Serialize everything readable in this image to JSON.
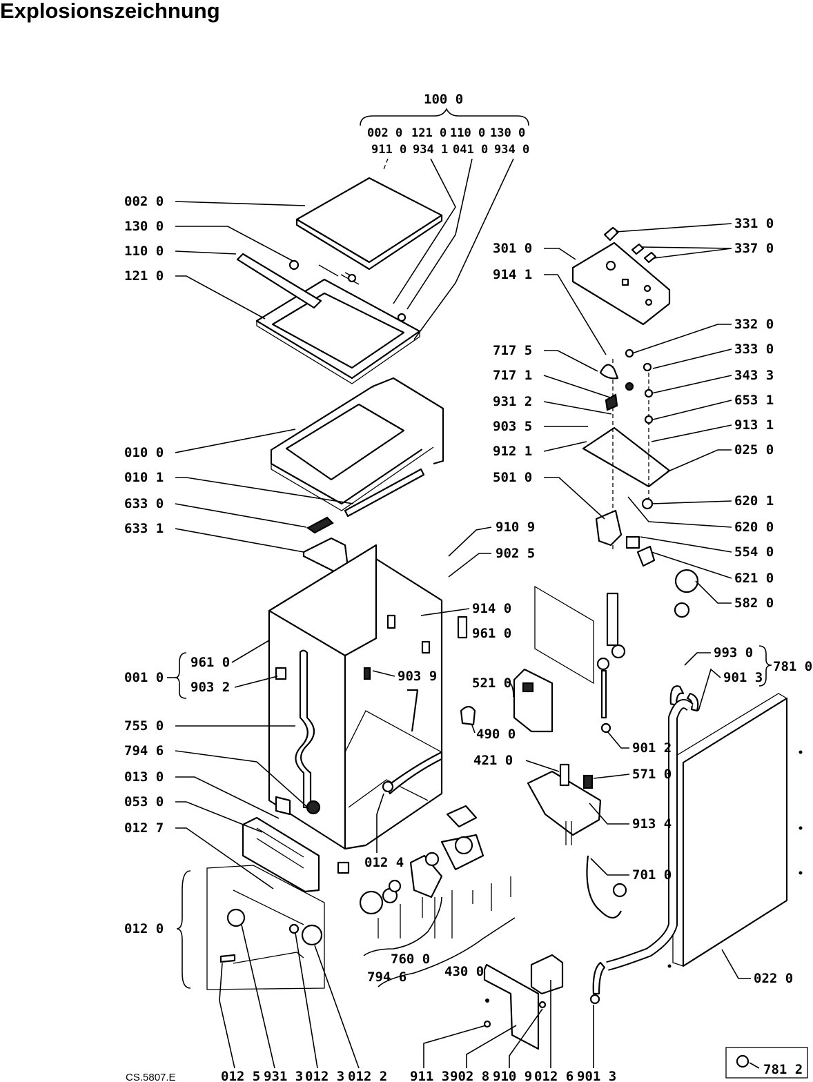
{
  "title": "Explosionszeichnung",
  "drawing_code": "CS.5807.E",
  "group": {
    "label": "100 0",
    "row1": [
      "002 0",
      "121 0",
      "110 0",
      "130 0"
    ],
    "row2": [
      "911 0",
      "934 1",
      "041 0",
      "934 0"
    ]
  },
  "labels_left": [
    "002 0",
    "130 0",
    "110 0",
    "121 0",
    "010 0",
    "010 1",
    "633 0",
    "633 1",
    "755 0",
    "794 6",
    "013 0",
    "053 0",
    "012 7",
    "012 0"
  ],
  "label_001": "001 0",
  "brace_001": [
    "961 0",
    "903 2"
  ],
  "labels_right": [
    "331 0",
    "337 0",
    "332 0",
    "333 0",
    "343 3",
    "653 1",
    "913 1",
    "025 0",
    "620 1",
    "620 0",
    "554 0",
    "621 0",
    "582 0",
    "022 0"
  ],
  "labels_mid": [
    "301 0",
    "914 1",
    "717 5",
    "717 1",
    "931 2",
    "903 5",
    "912 1",
    "501 0",
    "910 9",
    "902 5",
    "914 0",
    "961 0",
    "903 9",
    "521 0",
    "490 0",
    "421 0",
    "571 0",
    "913 4",
    "701 0",
    "901 2",
    "012 4",
    "760 0",
    "794 6",
    "430 0"
  ],
  "brace_781": [
    "993 0",
    "901 3"
  ],
  "label_781": "781 0",
  "labels_bottom": [
    "012 5",
    "931 3",
    "012 3",
    "012 2",
    "911 3",
    "902 8",
    "910 9",
    "012 6",
    "901 3"
  ],
  "inset_label": "781 2"
}
